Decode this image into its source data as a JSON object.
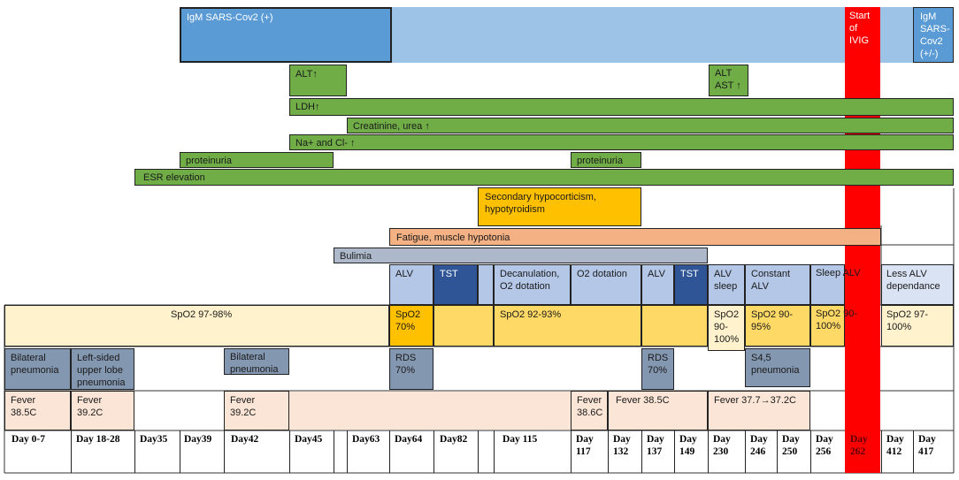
{
  "colors": {
    "igm_dark": "#5b9bd5",
    "igm_light": "#9dc3e6",
    "lab_green": "#70ad47",
    "hormone_orange": "#ffc000",
    "fatigue_salmon": "#f4b183",
    "bulimia_gray": "#adb9ca",
    "treatment_light": "#b4c7e7",
    "treatment_dark": "#2f5597",
    "spo2_cream": "#fff2cc",
    "spo2_gold": "#ffd966",
    "pneumonia_slate": "#8497b0",
    "fever_pink": "#fbe5d6",
    "ivig_red": "#ff0000"
  },
  "rows": {
    "igm": {
      "positive": "IgM SARS-Cov2 (+)",
      "ivig_start": "Start\nof\nIVIG",
      "equivocal": "IgM\nSARS-\nCov2\n(+/-)"
    },
    "labs": {
      "alt_up": "ALT↑",
      "alt_ast_up": "ALT\nAST ↑",
      "ldh_up": "LDH↑",
      "creatinine_urea_up": "Creatinine, urea ↑",
      "na_cl_up": "Na+ and Cl- ↑",
      "proteinuria_1": "proteinuria",
      "proteinuria_2": "proteinuria",
      "esr": "ESR elevation"
    },
    "endocrine": {
      "hypocorticism": "Secondary hypocorticism,\nhypotyroidism"
    },
    "fatigue": "Fatigue, muscle hypotonia",
    "bulimia": "Bulimia",
    "support": {
      "alv_1": "ALV",
      "tst_1": "TST",
      "decanulation": "Decanulation,\nO2 dotation",
      "o2_dotation": "O2 dotation",
      "alv_2": "ALV",
      "tst_2": "TST",
      "alv_sleep": "ALV\nsleep",
      "constant_alv": "Constant\nALV",
      "sleep_alv": "Sleep ALV",
      "less_alv": "Less ALV\ndependance"
    },
    "spo2": {
      "s1": "SpO2 97-98%",
      "s2": "SpO2\n70%",
      "s3": "SpO2 92-93%",
      "s4": "SpO2\n90-\n100%",
      "s5": "SpO2 90-\n95%",
      "s6": "SpO2 90-\n100%",
      "s7": "SpO2 97-\n100%"
    },
    "lung": {
      "bilateral_1": "Bilateral\npneumonia",
      "left_upper": "Left-sided\nupper lobe\npneumonia",
      "bilateral_2": "Bilateral\npneumonia",
      "rds_1": "RDS\n70%",
      "rds_2": "RDS\n70%",
      "s45": "S4,5\npneumonia"
    },
    "fever": {
      "f1": "Fever\n38.5C",
      "f2": "Fever\n39.2C",
      "f3": "Fever\n39.2C",
      "f4": "Fever\n38.6C",
      "f5": "Fever 38.5C",
      "f6": "Fever 37.7→37.2C"
    }
  },
  "days": {
    "d0_7": "Day 0-7",
    "d18_28": "Day 18-28",
    "d35": "Day35",
    "d39": "Day39",
    "d42": "Day42",
    "d45": "Day45",
    "d63": "Day63",
    "d64": "Day64",
    "d82": "Day82",
    "d115": "Day 115",
    "d117": "Day\n117",
    "d132": "Day\n132",
    "d137": "Day\n137",
    "d149": "Day\n149",
    "d230": "Day\n230",
    "d246": "Day\n246",
    "d250": "Day\n250",
    "d256": "Day\n256",
    "d262": "Day\n262",
    "d412": "Day\n412",
    "d417": "Day\n417"
  }
}
